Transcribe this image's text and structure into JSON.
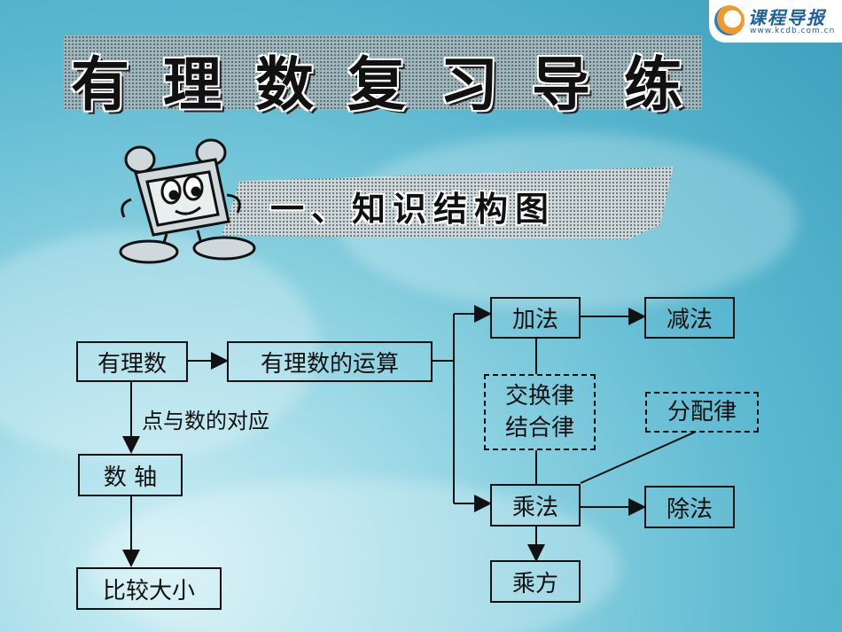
{
  "logo": {
    "text": "课程导报",
    "url": "www.kcdb.com.cn"
  },
  "title": [
    "有",
    "理",
    "数",
    "复",
    "习",
    "导",
    "练"
  ],
  "subtitle": "一、知识结构图",
  "diagram": {
    "rational": "有理数",
    "operations": "有理数的运算",
    "edge_label": "点与数的对应",
    "number_line": "数 轴",
    "compare": "比较大小",
    "add": "加法",
    "subtract": "减法",
    "laws_line1": "交换律",
    "laws_line2": "结合律",
    "distributive": "分配律",
    "multiply": "乘法",
    "divide": "除法",
    "power": "乘方"
  }
}
